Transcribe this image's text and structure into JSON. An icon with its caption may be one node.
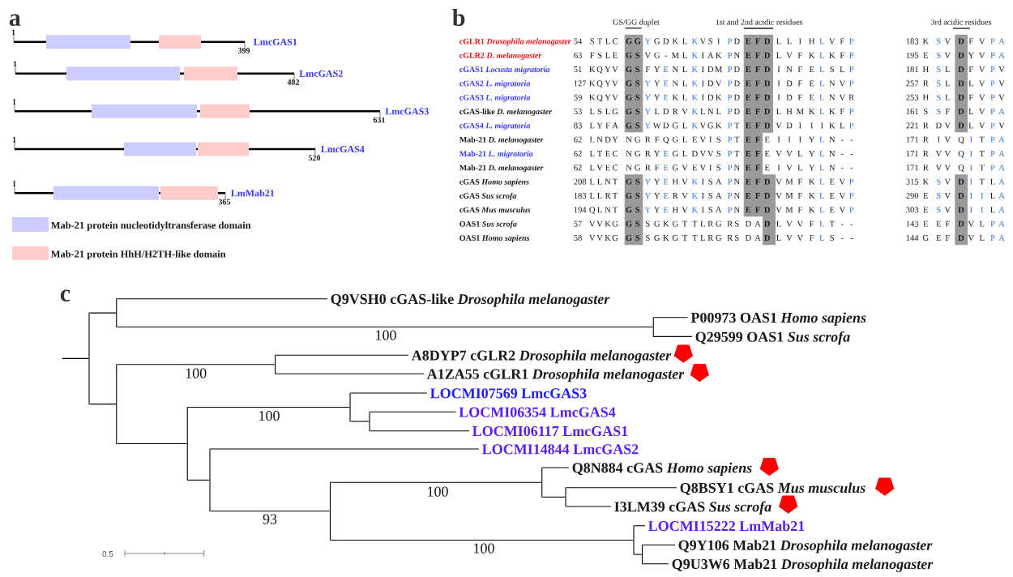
{
  "diagram": {
    "nodes": [
      {
        "text": [
          "Q9VSH0 cGAS-like *Drosophila melanogaster*"
        ]
      },
      {
        "text": [
          "P00973 OAS1 *Homo sapiens*"
        ]
      },
      {
        "text": [
          "Q29599 OAS1 *Sus scrofa*"
        ]
      },
      {
        "text": [
          "A8DYP7 cGLR2 *Drosophila melanogaster*"
        ]
      },
      {
        "text": [
          "A1ZA55 cGLR1 *Drosophila melanogaster*"
        ]
      },
      {
        "text": [
          "LOCMI07569 LmcGAS3"
        ]
      },
      {
        "text": [
          "LOCMI06354 LmcGAS4"
        ]
      },
      {
        "text": [
          "LOCMI06117 LmcGAS1"
        ]
      },
      {
        "text": [
          "LOCMI14844 LmcGAS2"
        ]
      },
      {
        "text": [
          "Q8N884 cGAS *Homo sapiens*"
        ]
      },
      {
        "text": [
          "Q8BSY1 cGAS *Mus musculus*"
        ]
      },
      {
        "text": [
          "I3LM39 cGAS *Sus scrofa*"
        ]
      },
      {
        "text": [
          "LOCMI15222 LmMab21"
        ]
      },
      {
        "text": [
          "Q9Y106 Mab21 *Drosophila melanogaster*"
        ]
      },
      {
        "text": [
          "Q9U3W6 Mab21 *Drosophila melanogaster*"
        ]
      },
      {
        "text": [],
        "shape": "bar"
      },
      {
        "text": [],
        "shape": "bar"
      },
      {
        "text": [],
        "shape": "bar"
      },
      {
        "text": [],
        "shape": "bar"
      },
      {
        "text": [],
        "shape": "bar"
      },
      {
        "text": [],
        "shape": "bar"
      },
      {
        "text": [],
        "shape": "bar"
      },
      {
        "text": [],
        "shape": "bar"
      },
      {
        "text": [],
        "shape": "bar"
      },
      {
        "text": [],
        "shape": "bar"
      },
      {
        "text": [],
        "shape": "bar"
      },
      {
        "text": [],
        "shape": "bar"
      },
      {
        "text": [],
        "shape": "bar"
      },
      {
        "text": [],
        "shape": "bar"
      }
    ],
    "edges": [
      {
        "from": null,
        "to": 15,
        "arrow": "none"
      },
      {
        "from": 15,
        "to": 16,
        "arrow": "none"
      },
      {
        "from": 15,
        "to": 18,
        "arrow": "none"
      },
      {
        "from": 16,
        "to": 0,
        "arrow": "none"
      },
      {
        "from": 16,
        "to": 17,
        "arrow": "none"
      },
      {
        "from": 17,
        "to": 1,
        "arrow": "none"
      },
      {
        "from": 17,
        "to": 2,
        "arrow": "none"
      },
      {
        "from": 18,
        "to": 19,
        "arrow": "none"
      },
      {
        "from": 18,
        "to": 20,
        "arrow": "none"
      },
      {
        "from": 19,
        "to": 3,
        "arrow": "none"
      },
      {
        "from": 19,
        "to": 4,
        "arrow": "none"
      },
      {
        "from": 20,
        "to": 21,
        "arrow": "none"
      },
      {
        "from": 20,
        "to": 23,
        "arrow": "none"
      },
      {
        "from": 21,
        "to": 5,
        "arrow": "none"
      },
      {
        "from": 21,
        "to": 22,
        "arrow": "none"
      },
      {
        "from": 22,
        "to": 6,
        "arrow": "none"
      },
      {
        "from": 22,
        "to": 7,
        "arrow": "none"
      },
      {
        "from": 23,
        "to": 8,
        "arrow": "none"
      },
      {
        "from": 23,
        "to": 24,
        "arrow": "none"
      },
      {
        "from": 24,
        "to": 25,
        "arrow": "none"
      },
      {
        "from": 24,
        "to": 27,
        "arrow": "none"
      },
      {
        "from": 25,
        "to": 9,
        "arrow": "none"
      },
      {
        "from": 25,
        "to": 26,
        "arrow": "none"
      },
      {
        "from": 26,
        "to": 10,
        "arrow": "none"
      },
      {
        "from": 26,
        "to": 11,
        "arrow": "none"
      },
      {
        "from": 27,
        "to": 12,
        "arrow": "none"
      },
      {
        "from": 27,
        "to": 28,
        "arrow": "none"
      },
      {
        "from": 28,
        "to": 13,
        "arrow": "none"
      },
      {
        "from": 28,
        "to": 14,
        "arrow": "none"
      }
    ],
    "labels": [
      "a",
      "1",
      "LmcGAS1",
      "399",
      "1",
      "LmcGAS2",
      "482",
      "1",
      "LmcGAS3",
      "631",
      "1",
      "LmcGAS4",
      "520",
      "1",
      "LmMab21",
      "365",
      "b",
      "GS/GG duplet",
      "1st and 2nd acidic residues",
      "3rd acidic residues",
      "cGLR1 *Drosophila melanogaster*",
      "54",
      "S",
      "T",
      "L",
      "C",
      "G",
      "G",
      "Y",
      "G",
      "D",
      "K",
      "L",
      "K",
      "V",
      "S",
      "I",
      "P",
      "D",
      "E",
      "F",
      "D",
      "L",
      "L",
      "I",
      "H",
      "L",
      "V",
      "F",
      "P",
      "183",
      "K",
      "S",
      "V",
      "D",
      "F",
      "V",
      "P",
      "A",
      "cGLR2 *D. melanogaster*",
      "63",
      "F",
      "S",
      "L",
      "E",
      "G",
      "S",
      "V",
      "G",
      "-",
      "M",
      "L",
      "K",
      "I",
      "A",
      "K",
      "P",
      "N",
      "E",
      "F",
      "D",
      "L",
      "V",
      "F",
      "K",
      "L",
      "K",
      "F",
      "P",
      "195",
      "E",
      "S",
      "V",
      "D",
      "Y",
      "V",
      "P",
      "A",
      "cGAS1 *Locusta migratoria*",
      "51",
      "K",
      "Q",
      "Y",
      "V",
      "G",
      "S",
      "F",
      "Y",
      "E",
      "N",
      "L",
      "K",
      "I",
      "D",
      "M",
      "P",
      "D",
      "E",
      "F",
      "D",
      "I",
      "N",
      "F",
      "E",
      "L",
      "S",
      "L",
      "P",
      "181",
      "H",
      "S",
      "L",
      "D",
      "F",
      "V",
      "P",
      "V",
      "cGAS2 *L. migratoria*",
      "127",
      "K",
      "Q",
      "Y",
      "V",
      "G",
      "S",
      "Y",
      "Y",
      "E",
      "N",
      "L",
      "K",
      "I",
      "D",
      "V",
      "P",
      "D",
      "E",
      "F",
      "D",
      "I",
      "D",
      "F",
      "E",
      "L",
      "N",
      "V",
      "P",
      "257",
      "R",
      "S",
      "L",
      "D",
      "L",
      "V",
      "P",
      "V",
      "cGAS3 *L. migratoria*",
      "59",
      "K",
      "Q",
      "Y",
      "V",
      "G",
      "S",
      "Y",
      "Y",
      "E",
      "K",
      "L",
      "K",
      "I",
      "D",
      "K",
      "P",
      "D",
      "E",
      "F",
      "D",
      "I",
      "D",
      "F",
      "E",
      "L",
      "N",
      "V",
      "R",
      "253",
      "H",
      "S",
      "L",
      "D",
      "F",
      "V",
      "P",
      "V",
      "cGAS-like *D. melanogaster*",
      "53",
      "L",
      "S",
      "L",
      "G",
      "G",
      "S",
      "Y",
      "L",
      "D",
      "R",
      "V",
      "K",
      "L",
      "N",
      "L",
      "P",
      "D",
      "E",
      "F",
      "D",
      "L",
      "H",
      "M",
      "K",
      "L",
      "K",
      "F",
      "P",
      "161",
      "S",
      "S",
      "F",
      "D",
      "L",
      "V",
      "P",
      "A",
      "cGAS4 *L. migratoria*",
      "83",
      "L",
      "Y",
      "F",
      "A",
      "G",
      "S",
      "Y",
      "W",
      "D",
      "G",
      "L",
      "K",
      "V",
      "G",
      "K",
      "P",
      "T",
      "E",
      "F",
      "D",
      "V",
      "D",
      "I",
      "I",
      "I",
      "K",
      "L",
      "P",
      "221",
      "R",
      "D",
      "V",
      "D",
      "L",
      "V",
      "P",
      "V",
      "Mab-21 *D. melanogaster*",
      "62",
      "L",
      "N",
      "D",
      "Y",
      "N",
      "G",
      "R",
      "F",
      "Q",
      "G",
      "L",
      "E",
      "V",
      "I",
      "S",
      "P",
      "T",
      "E",
      "F",
      "E",
      "I",
      "I",
      "I",
      "Y",
      "L",
      "N",
      "-",
      "-",
      "171",
      "R",
      "I",
      "V",
      "Q",
      "I",
      "T",
      "P",
      "A",
      "Mab-21 *L. migratoria*",
      "62",
      "L",
      "T",
      "E",
      "C",
      "N",
      "G",
      "R",
      "Y",
      "E",
      "G",
      "L",
      "D",
      "V",
      "V",
      "S",
      "P",
      "T",
      "E",
      "F",
      "E",
      "V",
      "V",
      "L",
      "Y",
      "L",
      "N",
      "-",
      "-",
      "171",
      "R",
      "V",
      "V",
      "Q",
      "I",
      "T",
      "P",
      "A",
      "Mab-21 *D. melanogaster*",
      "62",
      "L",
      "V",
      "E",
      "C",
      "N",
      "G",
      "R",
      "F",
      "E",
      "G",
      "V",
      "E",
      "V",
      "I",
      "S",
      "P",
      "N",
      "E",
      "F",
      "E",
      "I",
      "V",
      "L",
      "Y",
      "L",
      "N",
      "-",
      "-",
      "171",
      "R",
      "V",
      "V",
      "Q",
      "I",
      "T",
      "P",
      "A",
      "cGAS *Homo sapiens*",
      "208",
      "L",
      "L",
      "N",
      "T",
      "G",
      "S",
      "Y",
      "Y",
      "E",
      "H",
      "V",
      "K",
      "I",
      "S",
      "A",
      "P",
      "N",
      "E",
      "F",
      "D",
      "V",
      "M",
      "F",
      "K",
      "L",
      "E",
      "V",
      "P",
      "315",
      "K",
      "S",
      "V",
      "D",
      "I",
      "T",
      "L",
      "A",
      "cGAS *Sus scrofa*",
      "183",
      "L",
      "L",
      "R",
      "T",
      "G",
      "S",
      "Y",
      "Y",
      "E",
      "R",
      "V",
      "K",
      "I",
      "S",
      "A",
      "P",
      "N",
      "E",
      "F",
      "D",
      "V",
      "M",
      "F",
      "K",
      "L",
      "E",
      "V",
      "P",
      "290",
      "E",
      "S",
      "V",
      "D",
      "I",
      "I",
      "L",
      "A",
      "cGAS *Mus musculus*",
      "194",
      "Q",
      "L",
      "N",
      "T",
      "G",
      "S",
      "Y",
      "Y",
      "E",
      "H",
      "V",
      "K",
      "I",
      "S",
      "A",
      "P",
      "N",
      "E",
      "F",
      "D",
      "V",
      "M",
      "F",
      "K",
      "L",
      "E",
      "V",
      "P",
      "303",
      "E",
      "S",
      "V",
      "D",
      "I",
      "I",
      "L",
      "A",
      "OAS1 *Sus scrofa*",
      "57",
      "V",
      "V",
      "K",
      "G",
      "G",
      "S",
      "S",
      "G",
      "K",
      "G",
      "T",
      "T",
      "L",
      "R",
      "G",
      "R",
      "S",
      "D",
      "A",
      "D",
      "L",
      "V",
      "V",
      "F",
      "L",
      "T",
      "-",
      "-",
      "143",
      "E",
      "E",
      "F",
      "D",
      "V",
      "L",
      "P",
      "A",
      "OAS1 *Homo sapiens*",
      "58",
      "V",
      "V",
      "K",
      "G",
      "G",
      "S",
      "S",
      "G",
      "K",
      "G",
      "T",
      "T",
      "L",
      "R",
      "G",
      "R",
      "S",
      "D",
      "A",
      "D",
      "L",
      "V",
      "V",
      "F",
      "L",
      "S",
      "-",
      "-",
      "144",
      "G",
      "E",
      "F",
      "D",
      "V",
      "L",
      "P",
      "A",
      "c",
      "100",
      "100",
      "100",
      "100",
      "93",
      "100",
      "0.5"
    ],
    "legend": [
      {
        "text": "Mab-21 protein nucleotidyltransferase domain",
        "color": "#ccccff"
      },
      {
        "text": "Mab-21 protein HhH/H2TH-like domain",
        "color": "#ffcccc"
      }
    ]
  }
}
